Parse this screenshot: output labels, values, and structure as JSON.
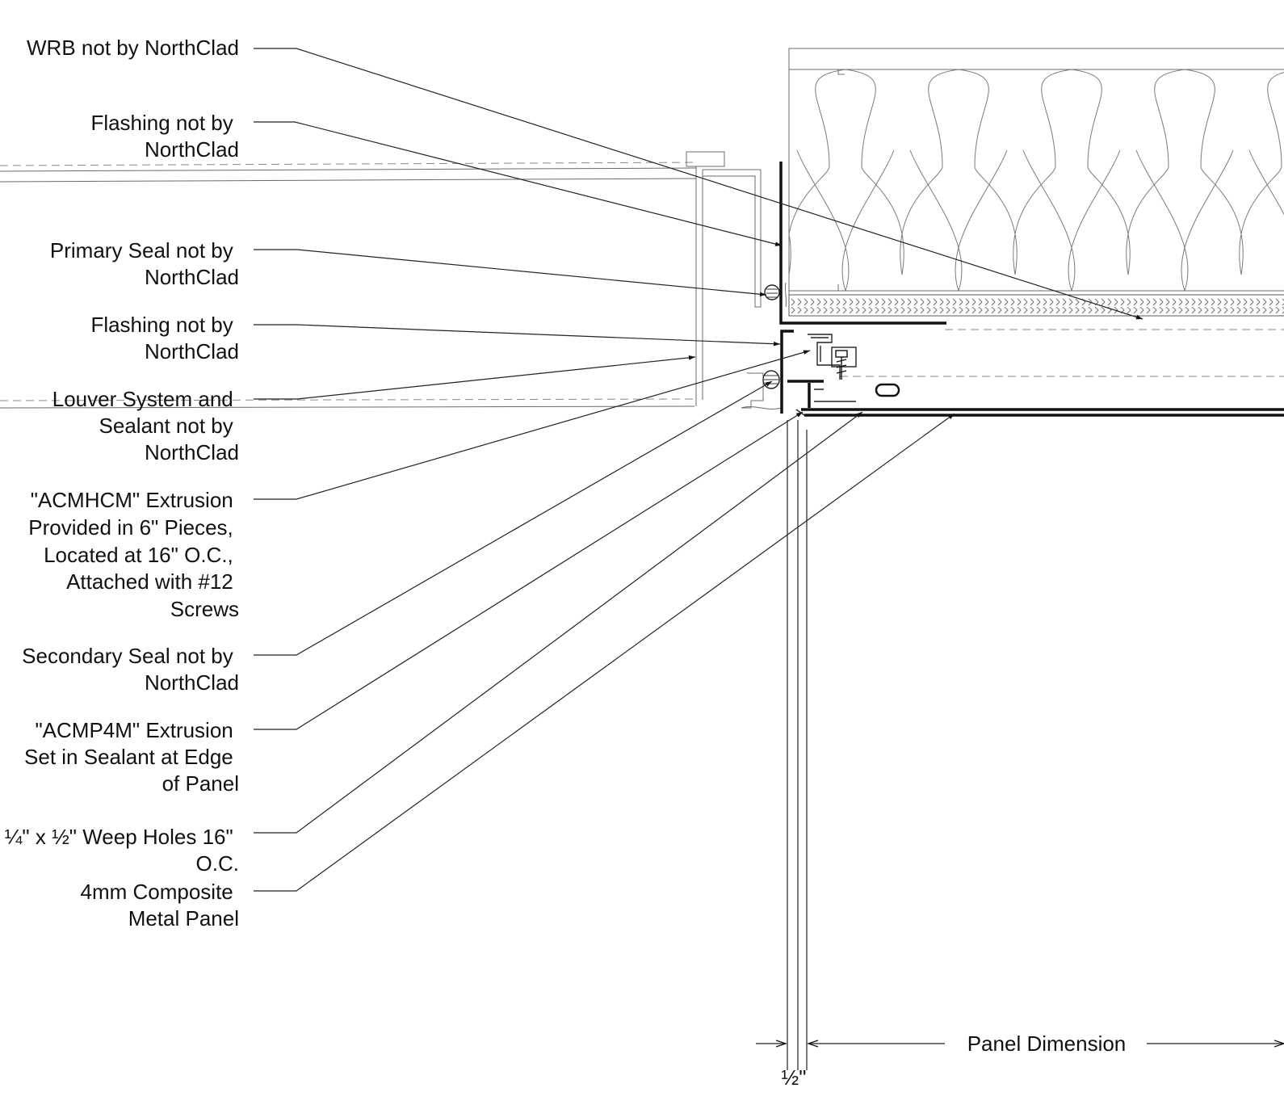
{
  "labels": {
    "wrb": [
      "WRB not by NorthClad"
    ],
    "flashing_top": [
      "Flashing not by",
      "NorthClad"
    ],
    "primary_seal": [
      "Primary Seal not by",
      "NorthClad"
    ],
    "flashing_mid": [
      "Flashing not by",
      "NorthClad"
    ],
    "louver": [
      "Louver System and",
      "Sealant not by",
      "NorthClad"
    ],
    "acmhcm": [
      "\"ACMHCM\" Extrusion",
      "Provided in 6\" Pieces,",
      "Located at 16\" O.C.,",
      "Attached with #12",
      "Screws"
    ],
    "secondary_seal": [
      "Secondary Seal not by",
      "NorthClad"
    ],
    "acmp4m": [
      "\"ACMP4M\" Extrusion",
      "Set in Sealant at Edge",
      "of Panel"
    ],
    "weep": [
      "¼\" x ½\" Weep Holes 16\"",
      "O.C."
    ],
    "panel": [
      "4mm Composite",
      "Metal Panel"
    ]
  },
  "dimensions": {
    "panel_dimension": "Panel Dimension",
    "gap": "½\""
  },
  "colors": {
    "line": "#111111",
    "light_line": "#6b6b6b",
    "background": "#ffffff"
  }
}
